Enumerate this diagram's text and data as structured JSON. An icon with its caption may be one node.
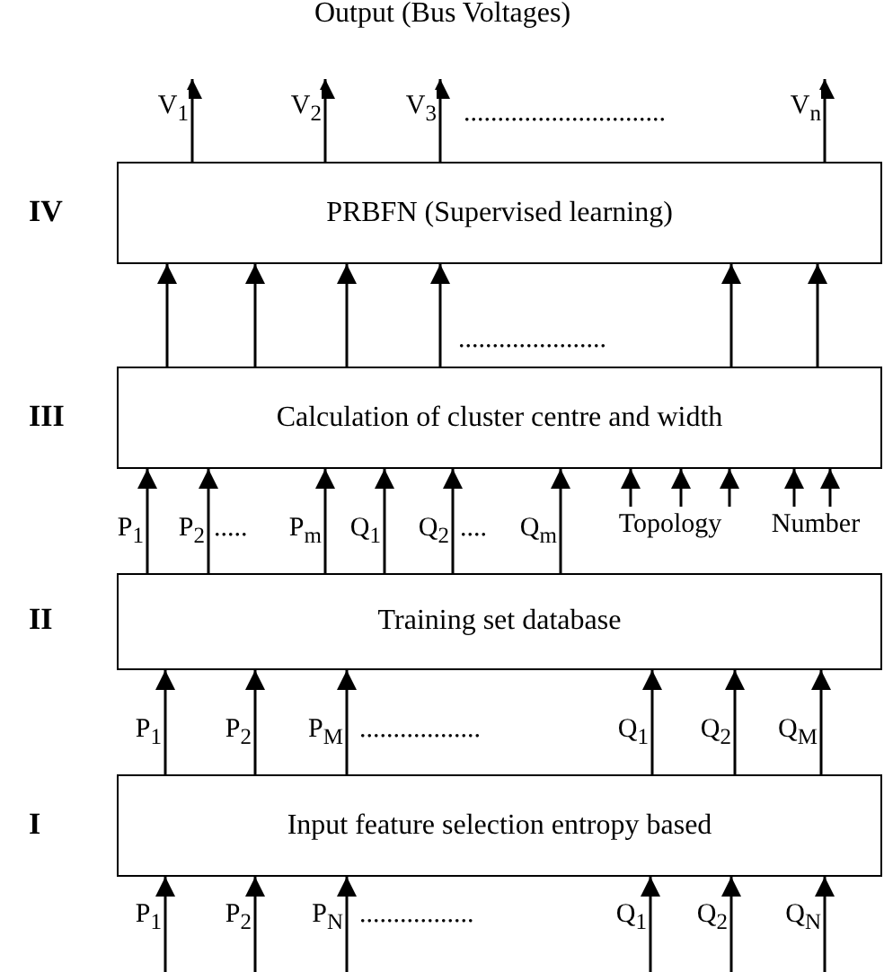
{
  "diagram": {
    "nodes": [
      {
        "text": [
          "PRBFN (Supervised learning)"
        ],
        "beside": [
          "IV"
        ]
      },
      {
        "text": [
          "Calculation of cluster centre and width"
        ],
        "beside": [
          "III"
        ]
      },
      {
        "text": [
          "Topology"
        ]
      },
      {
        "text": [
          "Number"
        ]
      },
      {
        "text": [
          "Training set database"
        ],
        "beside": [
          "II"
        ]
      },
      {
        "text": [
          "Input feature selection entropy based"
        ],
        "beside": [
          "I"
        ]
      }
    ],
    "edges": [
      {
        "from": 0,
        "to": null,
        "arrow": "to",
        "label": "V$_{1}$"
      },
      {
        "from": 0,
        "to": null,
        "arrow": "to",
        "label": "V$_{2}$"
      },
      {
        "from": 0,
        "to": null,
        "arrow": "to",
        "label": "V$_{3}$"
      },
      {
        "from": 0,
        "to": null,
        "arrow": "to",
        "label": "V$_{n}$"
      },
      {
        "from": 1,
        "to": 0,
        "arrow": "to"
      },
      {
        "from": 1,
        "to": 0,
        "arrow": "to"
      },
      {
        "from": 1,
        "to": 0,
        "arrow": "to"
      },
      {
        "from": 1,
        "to": 0,
        "arrow": "to"
      },
      {
        "from": 1,
        "to": 0,
        "arrow": "to"
      },
      {
        "from": 1,
        "to": 0,
        "arrow": "to"
      },
      {
        "from": 4,
        "to": 1,
        "arrow": "to",
        "label": "P$_{1}$"
      },
      {
        "from": 4,
        "to": 1,
        "arrow": "to",
        "label": "P$_{2}$"
      },
      {
        "from": 4,
        "to": 1,
        "arrow": "to",
        "label": "P$_{m}$"
      },
      {
        "from": 4,
        "to": 1,
        "arrow": "to",
        "label": "Q$_{1}$"
      },
      {
        "from": 4,
        "to": 1,
        "arrow": "to",
        "label": "Q$_{2}$"
      },
      {
        "from": 4,
        "to": 1,
        "arrow": "to",
        "label": "Q$_{m}$"
      },
      {
        "from": 2,
        "to": 1,
        "arrow": "to"
      },
      {
        "from": 2,
        "to": 1,
        "arrow": "to"
      },
      {
        "from": 2,
        "to": 1,
        "arrow": "to"
      },
      {
        "from": 3,
        "to": 1,
        "arrow": "to"
      },
      {
        "from": 3,
        "to": 1,
        "arrow": "to"
      },
      {
        "from": 5,
        "to": 4,
        "arrow": "to",
        "label": "P$_{1}$"
      },
      {
        "from": 5,
        "to": 4,
        "arrow": "to",
        "label": "P$_{2}$"
      },
      {
        "from": 5,
        "to": 4,
        "arrow": "to",
        "label": "P$_{M}$"
      },
      {
        "from": 5,
        "to": 4,
        "arrow": "to",
        "label": "Q$_{1}$"
      },
      {
        "from": 5,
        "to": 4,
        "arrow": "to",
        "label": "Q$_{2}$"
      },
      {
        "from": 5,
        "to": 4,
        "arrow": "to",
        "label": "Q$_{M}$"
      },
      {
        "from": null,
        "to": 5,
        "arrow": "to",
        "label": "P$_{1}$"
      },
      {
        "from": null,
        "to": 5,
        "arrow": "to",
        "label": "P$_{2}$"
      },
      {
        "from": null,
        "to": 5,
        "arrow": "to",
        "label": "P$_{N}$"
      },
      {
        "from": null,
        "to": 5,
        "arrow": "to",
        "label": "Q$_{1}$"
      },
      {
        "from": null,
        "to": 5,
        "arrow": "to",
        "label": "Q$_{2}$"
      },
      {
        "from": null,
        "to": 5,
        "arrow": "to",
        "label": "Q$_{N}$"
      }
    ],
    "labels": [
      "Output (Bus Voltages)",
      "..............................",
      "......................",
      ".....",
      "....",
      "..................",
      "................."
    ]
  }
}
